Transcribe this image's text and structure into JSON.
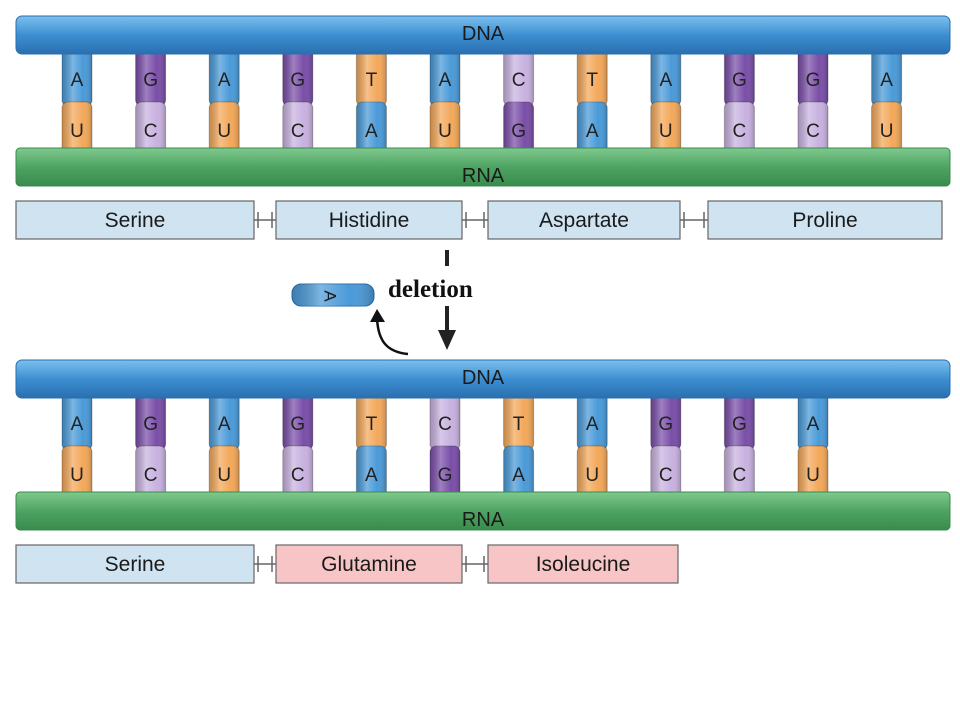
{
  "colors": {
    "dna_strand": "#4a9ad8",
    "rna_strand": "#52a866",
    "A": "#4a9ad8",
    "G": "#7a4ea8",
    "T": "#f3a85a",
    "U": "#f3a85a",
    "C": "#c8b2e0",
    "box_normal": "#cfe3f1",
    "box_mutant": "#f7c5c5",
    "box_border": "#666666"
  },
  "panels": [
    {
      "id": "original",
      "dna_label": "DNA",
      "rna_label": "RNA",
      "pairs": [
        [
          "A",
          "U"
        ],
        [
          "G",
          "C"
        ],
        [
          "A",
          "U"
        ],
        [
          "G",
          "C"
        ],
        [
          "T",
          "A"
        ],
        [
          "A",
          "U"
        ],
        [
          "C",
          "G"
        ],
        [
          "T",
          "A"
        ],
        [
          "A",
          "U"
        ],
        [
          "G",
          "C"
        ],
        [
          "G",
          "C"
        ],
        [
          "A",
          "U"
        ]
      ],
      "amino_acids": [
        {
          "label": "Serine",
          "mutant": false
        },
        {
          "label": "Histidine",
          "mutant": false
        },
        {
          "label": "Aspartate",
          "mutant": false
        },
        {
          "label": "Proline",
          "mutant": false
        }
      ]
    },
    {
      "id": "mutated",
      "dna_label": "DNA",
      "rna_label": "RNA",
      "pairs": [
        [
          "A",
          "U"
        ],
        [
          "G",
          "C"
        ],
        [
          "A",
          "U"
        ],
        [
          "G",
          "C"
        ],
        [
          "T",
          "A"
        ],
        [
          "C",
          "G"
        ],
        [
          "T",
          "A"
        ],
        [
          "A",
          "U"
        ],
        [
          "G",
          "C"
        ],
        [
          "G",
          "C"
        ],
        [
          "A",
          "U"
        ]
      ],
      "amino_acids": [
        {
          "label": "Serine",
          "mutant": false
        },
        {
          "label": "Glutamine",
          "mutant": true
        },
        {
          "label": "Isoleucine",
          "mutant": true
        }
      ]
    }
  ],
  "deletion": {
    "label": "deletion",
    "removed_base": "A"
  }
}
